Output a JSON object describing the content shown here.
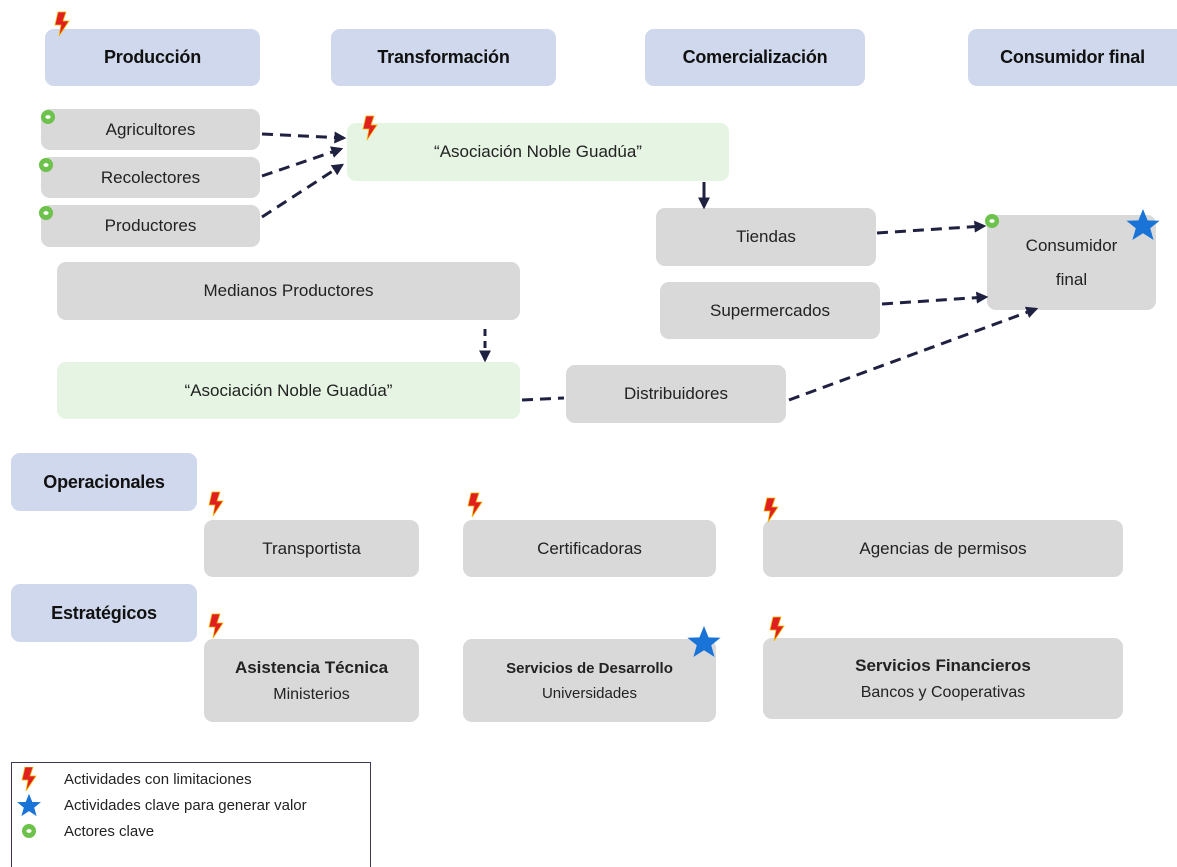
{
  "headers": {
    "produccion": "Producción",
    "transformacion": "Transformación",
    "comercializacion": "Comercialización",
    "consumidor": "Consumidor final"
  },
  "chain": {
    "agricultores": "Agricultores",
    "recolectores": "Recolectores",
    "productores": "Productores",
    "asociacion_top": "“Asociación Noble Guadúa”",
    "tiendas": "Tiendas",
    "consumidor_line1": "Consumidor",
    "consumidor_line2": "final",
    "medianos": "Medianos Productores",
    "supermercados": "Supermercados",
    "asociacion_bottom": "“Asociación Noble Guadúa”",
    "distribuidores": "Distribuidores"
  },
  "support": {
    "operacionales_label": "Operacionales",
    "estrategicos_label": "Estratégicos",
    "transportista": "Transportista",
    "certificadoras": "Certificadoras",
    "agencias": "Agencias de permisos",
    "asistencia_title": "Asistencia Técnica",
    "asistencia_sub": "Ministerios",
    "servicios_des_title": "Servicios de Desarrollo",
    "servicios_des_sub": "Universidades",
    "servicios_fin_title": "Servicios Financieros",
    "servicios_fin_sub": "Bancos y Cooperativas"
  },
  "legend": {
    "limitaciones": "Actividades con limitaciones",
    "clave_valor": "Actividades clave para generar valor",
    "actores": "Actores clave"
  },
  "colors": {
    "header_bg": "#cfd8ec",
    "box_gray": "#d9d9d9",
    "box_green": "#e6f4e3",
    "bolt_red": "#e02020",
    "star_blue": "#1a73d6",
    "actor_green": "#6cc24a",
    "arrow": "#1f2140"
  },
  "icons": {
    "limitation": "lightning-bolt-icon",
    "key_value": "star-icon",
    "key_actor": "green-ring-icon"
  }
}
